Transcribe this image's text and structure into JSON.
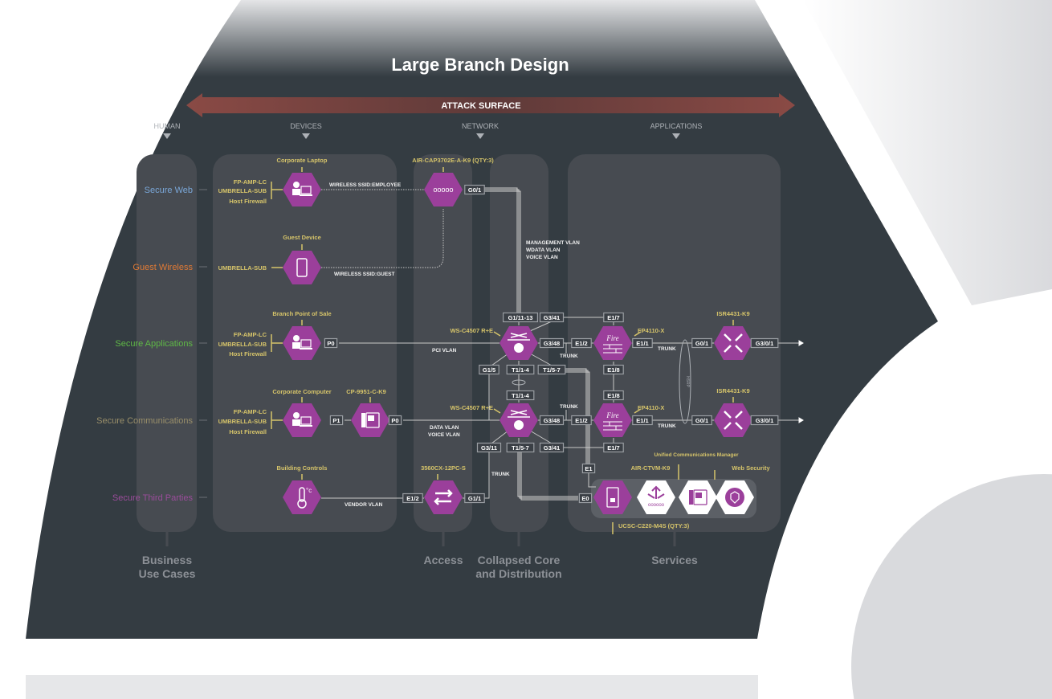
{
  "title": "Large Branch Design",
  "attack_surface": "ATTACK SURFACE",
  "categories": [
    "HUMAN",
    "DEVICES",
    "NETWORK",
    "APPLICATIONS"
  ],
  "colors": {
    "hex": "#9b3f9b",
    "panel": "#343c42",
    "column": "#474b51",
    "device_label": "#d6c46a",
    "attack": "#8a4a45"
  },
  "use_cases": [
    {
      "label": "Secure Web",
      "color": "#7aa7d8"
    },
    {
      "label": "Guest Wireless",
      "color": "#e07a35"
    },
    {
      "label": "Secure Applications",
      "color": "#5fb846"
    },
    {
      "label": "Secure Communications",
      "color": "#9a8f6a"
    },
    {
      "label": "Secure Third Parties",
      "color": "#9b4c9b"
    }
  ],
  "devices": {
    "corporate_laptop": "Corporate Laptop",
    "guest_device": "Guest Device",
    "branch_pos": "Branch Point of Sale",
    "corporate_computer": "Corporate Computer",
    "ip_phone": "CP-9951-C-K9",
    "building_controls": "Building Controls",
    "access_point": "AIR-CAP3702E-A-K9 (QTY:3)",
    "core_switch_1": "WS-C4507 R+E",
    "core_switch_2": "WS-C4507 R+E",
    "access_switch": "3560CX-12PC-S",
    "firewall_1": "FP4110-X",
    "firewall_2": "FP4110-X",
    "router_1": "ISR4431-K9",
    "router_2": "ISR4431-K9",
    "server": "UCSC-C220-M4S (QTY:3)",
    "ctvm": "AIR-CTVM-K9",
    "ucm": "Unified Communications Manager",
    "web_security": "Web Security"
  },
  "endpoint_security": {
    "amp": "FP-AMP-LC",
    "umbrella": "UMBRELLA-SUB",
    "firewall": "Host Firewall"
  },
  "vlans": {
    "ssid_employee": "WIRELESS SSID:EMPLOYEE",
    "ssid_guest": "WIRELESS SSID:GUEST",
    "mgmt": "MANAGEMENT VLAN",
    "wdata": "WDATA VLAN",
    "voice": "VOICE VLAN",
    "pci": "PCI VLAN",
    "data": "DATA VLAN",
    "voice2": "VOICE VLAN",
    "vendor": "VENDOR VLAN",
    "trunk": "TRUNK",
    "hsrp": "HSRP"
  },
  "ports": {
    "ap_g01": "G0/1",
    "sw1_g1_11_13": "G1/11-13",
    "sw1_g341": "G3/41",
    "fw1_e17": "E1/7",
    "sw1_g348": "G3/48",
    "fw1_e12": "E1/2",
    "fw1_e11": "E1/1",
    "r1_g01": "G0/1",
    "r1_g301": "G3/0/1",
    "sw1_g15": "G1/5",
    "sw1_t11_4": "T1/1-4",
    "sw1_t15_7": "T1/5-7",
    "fw1_e18": "E1/8",
    "sw2_t11_4": "T1/1-4",
    "fw2_e18": "E1/8",
    "sw2_g348": "G3/48",
    "fw2_e12": "E1/2",
    "fw2_e11": "E1/1",
    "r2_g01": "G0/1",
    "r2_g301": "G3/0/1",
    "sw2_g311": "G3/11",
    "sw2_t15_7": "T1/5-7",
    "sw2_g341": "G3/41",
    "fw2_e17": "E1/7",
    "srv_e1": "E1",
    "srv_e0": "E0",
    "pos_p0": "P0",
    "pc_p1": "P1",
    "phone_p0": "P0",
    "asw_e12": "E1/2",
    "asw_g11": "G1/1"
  },
  "footer": {
    "business_1": "Business",
    "business_2": "Use Cases",
    "access": "Access",
    "core_1": "Collapsed Core",
    "core_2": "and Distribution",
    "services": "Services"
  }
}
